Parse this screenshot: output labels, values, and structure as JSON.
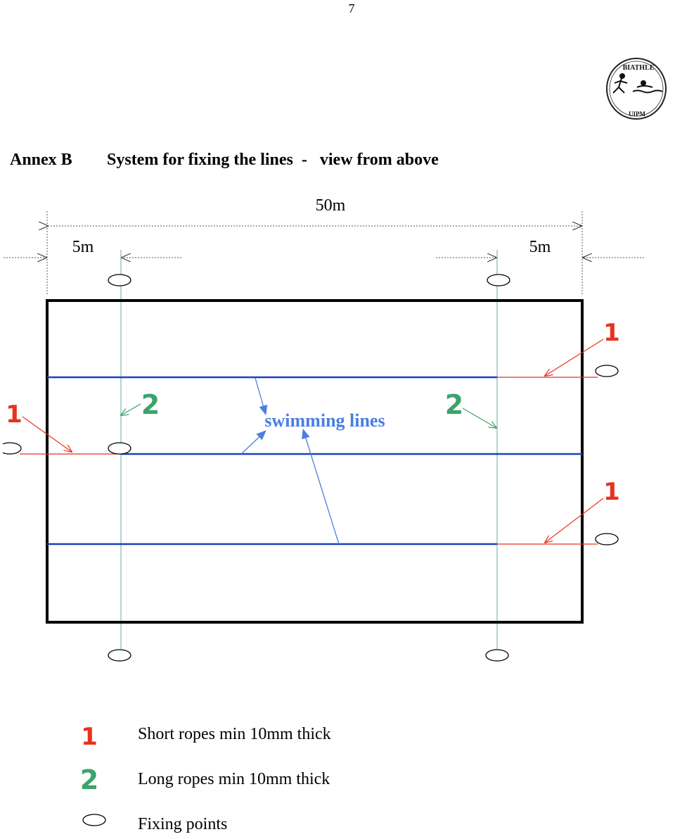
{
  "page_number": "7",
  "logo": {
    "top_text": "BIATHLE",
    "bottom_text": "UIPM"
  },
  "title": {
    "annex": "Annex B",
    "heading": "System for fixing the lines  -   view from above"
  },
  "dimensions": {
    "total": "50m",
    "left_offset": "5m",
    "right_offset": "5m"
  },
  "labels": {
    "swimming_lines": "swimming lines",
    "marker_1": "1",
    "marker_2": "2"
  },
  "legend": [
    {
      "marker": "1",
      "text": "Short ropes min 10mm thick"
    },
    {
      "marker": "2",
      "text": "Long ropes min 10mm thick"
    },
    {
      "marker": "",
      "text": "Fixing points"
    }
  ],
  "colors": {
    "pool_border": "#000000",
    "swimming_line": "#1f3fbf",
    "short_rope": "#e8321e",
    "long_rope": "#7fb8b4",
    "label_blue": "#4a7ee0",
    "marker_red": "#e8321e",
    "marker_green": "#3aa36b"
  }
}
